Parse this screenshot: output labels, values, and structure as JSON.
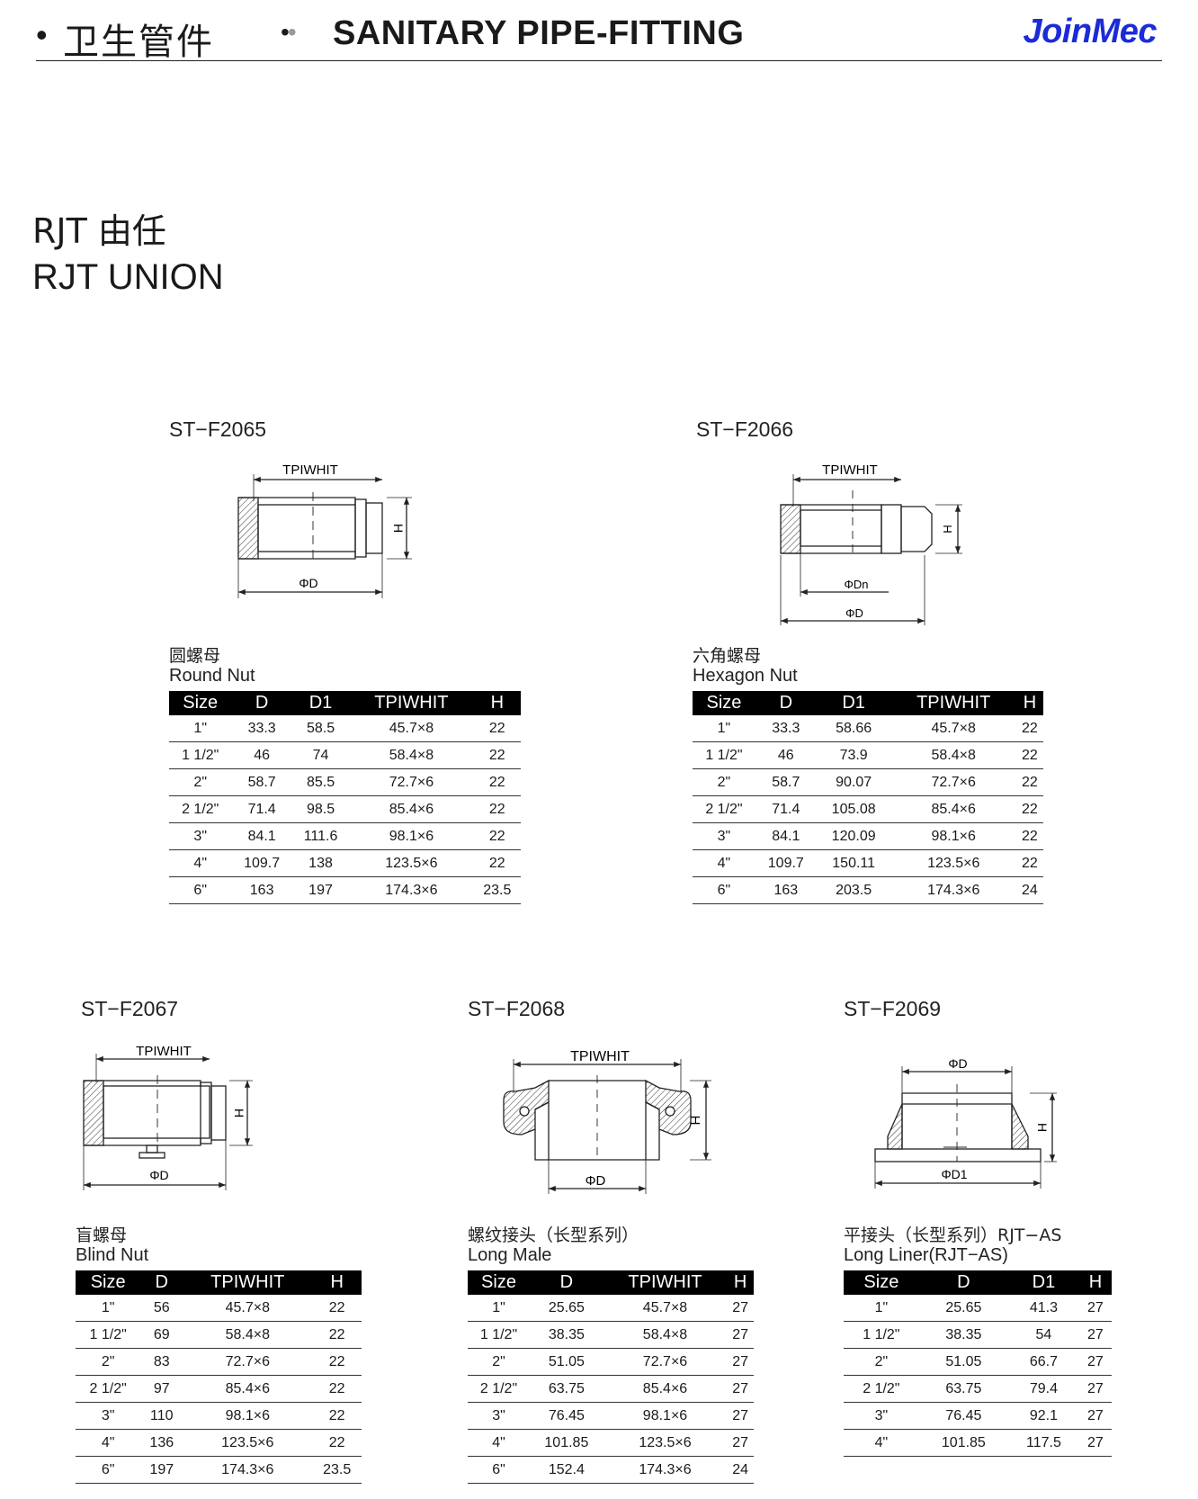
{
  "header": {
    "bullet": "•",
    "title_cn": "卫生管件",
    "dots": "••",
    "title_en": "SANITARY PIPE-FITTING",
    "brand": "JoinMec",
    "brand_color": "#1b2bd8"
  },
  "page_title": {
    "cn": "RJT 由任",
    "en": "RJT UNION"
  },
  "products": [
    {
      "code": "ST−F2065",
      "name_cn": "圆螺母",
      "name_en": "Round Nut",
      "drawing_labels": {
        "top": "TPIWHIT",
        "side": "H",
        "bottom": "ΦD"
      },
      "columns": [
        "Size",
        "D",
        "D1",
        "TPIWHIT",
        "H"
      ],
      "rows": [
        [
          "1\"",
          "33.3",
          "58.5",
          "45.7×8",
          "22"
        ],
        [
          "1 1/2\"",
          "46",
          "74",
          "58.4×8",
          "22"
        ],
        [
          "2\"",
          "58.7",
          "85.5",
          "72.7×6",
          "22"
        ],
        [
          "2 1/2\"",
          "71.4",
          "98.5",
          "85.4×6",
          "22"
        ],
        [
          "3\"",
          "84.1",
          "111.6",
          "98.1×6",
          "22"
        ],
        [
          "4\"",
          "109.7",
          "138",
          "123.5×6",
          "22"
        ],
        [
          "6\"",
          "163",
          "197",
          "174.3×6",
          "23.5"
        ]
      ]
    },
    {
      "code": "ST−F2066",
      "name_cn": "六角螺母",
      "name_en": "Hexagon Nut",
      "drawing_labels": {
        "top": "TPIWHIT",
        "side": "H",
        "middle": "ΦDn",
        "bottom": "ΦD"
      },
      "columns": [
        "Size",
        "D",
        "D1",
        "TPIWHIT",
        "H"
      ],
      "rows": [
        [
          "1\"",
          "33.3",
          "58.66",
          "45.7×8",
          "22"
        ],
        [
          "1 1/2\"",
          "46",
          "73.9",
          "58.4×8",
          "22"
        ],
        [
          "2\"",
          "58.7",
          "90.07",
          "72.7×6",
          "22"
        ],
        [
          "2 1/2\"",
          "71.4",
          "105.08",
          "85.4×6",
          "22"
        ],
        [
          "3\"",
          "84.1",
          "120.09",
          "98.1×6",
          "22"
        ],
        [
          "4\"",
          "109.7",
          "150.11",
          "123.5×6",
          "22"
        ],
        [
          "6\"",
          "163",
          "203.5",
          "174.3×6",
          "24"
        ]
      ]
    },
    {
      "code": "ST−F2067",
      "name_cn": "盲螺母",
      "name_en": "Blind Nut",
      "drawing_labels": {
        "top": "TPIWHIT",
        "side": "H",
        "bottom": "ΦD"
      },
      "columns": [
        "Size",
        "D",
        "TPIWHIT",
        "H"
      ],
      "rows": [
        [
          "1\"",
          "56",
          "45.7×8",
          "22"
        ],
        [
          "1 1/2\"",
          "69",
          "58.4×8",
          "22"
        ],
        [
          "2\"",
          "83",
          "72.7×6",
          "22"
        ],
        [
          "2 1/2\"",
          "97",
          "85.4×6",
          "22"
        ],
        [
          "3\"",
          "110",
          "98.1×6",
          "22"
        ],
        [
          "4\"",
          "136",
          "123.5×6",
          "22"
        ],
        [
          "6\"",
          "197",
          "174.3×6",
          "23.5"
        ]
      ]
    },
    {
      "code": "ST−F2068",
      "name_cn": "螺纹接头（长型系列）",
      "name_en": "Long Male",
      "drawing_labels": {
        "top": "TPIWHIT",
        "side": "H",
        "bottom": "ΦD"
      },
      "columns": [
        "Size",
        "D",
        "TPIWHIT",
        "H"
      ],
      "rows": [
        [
          "1\"",
          "25.65",
          "45.7×8",
          "27"
        ],
        [
          "1 1/2\"",
          "38.35",
          "58.4×8",
          "27"
        ],
        [
          "2\"",
          "51.05",
          "72.7×6",
          "27"
        ],
        [
          "2 1/2\"",
          "63.75",
          "85.4×6",
          "27"
        ],
        [
          "3\"",
          "76.45",
          "98.1×6",
          "27"
        ],
        [
          "4\"",
          "101.85",
          "123.5×6",
          "27"
        ],
        [
          "6\"",
          "152.4",
          "174.3×6",
          "24"
        ]
      ]
    },
    {
      "code": "ST−F2069",
      "name_cn": "平接头（长型系列）RJT−AS",
      "name_en": "Long Liner(RJT−AS)",
      "drawing_labels": {
        "top": "ΦD",
        "side": "H",
        "bottom": "ΦD1"
      },
      "columns": [
        "Size",
        "D",
        "D1",
        "H"
      ],
      "rows": [
        [
          "1\"",
          "25.65",
          "41.3",
          "27"
        ],
        [
          "1 1/2\"",
          "38.35",
          "54",
          "27"
        ],
        [
          "2\"",
          "51.05",
          "66.7",
          "27"
        ],
        [
          "2 1/2\"",
          "63.75",
          "79.4",
          "27"
        ],
        [
          "3\"",
          "76.45",
          "92.1",
          "27"
        ],
        [
          "4\"",
          "101.85",
          "117.5",
          "27"
        ]
      ]
    }
  ]
}
